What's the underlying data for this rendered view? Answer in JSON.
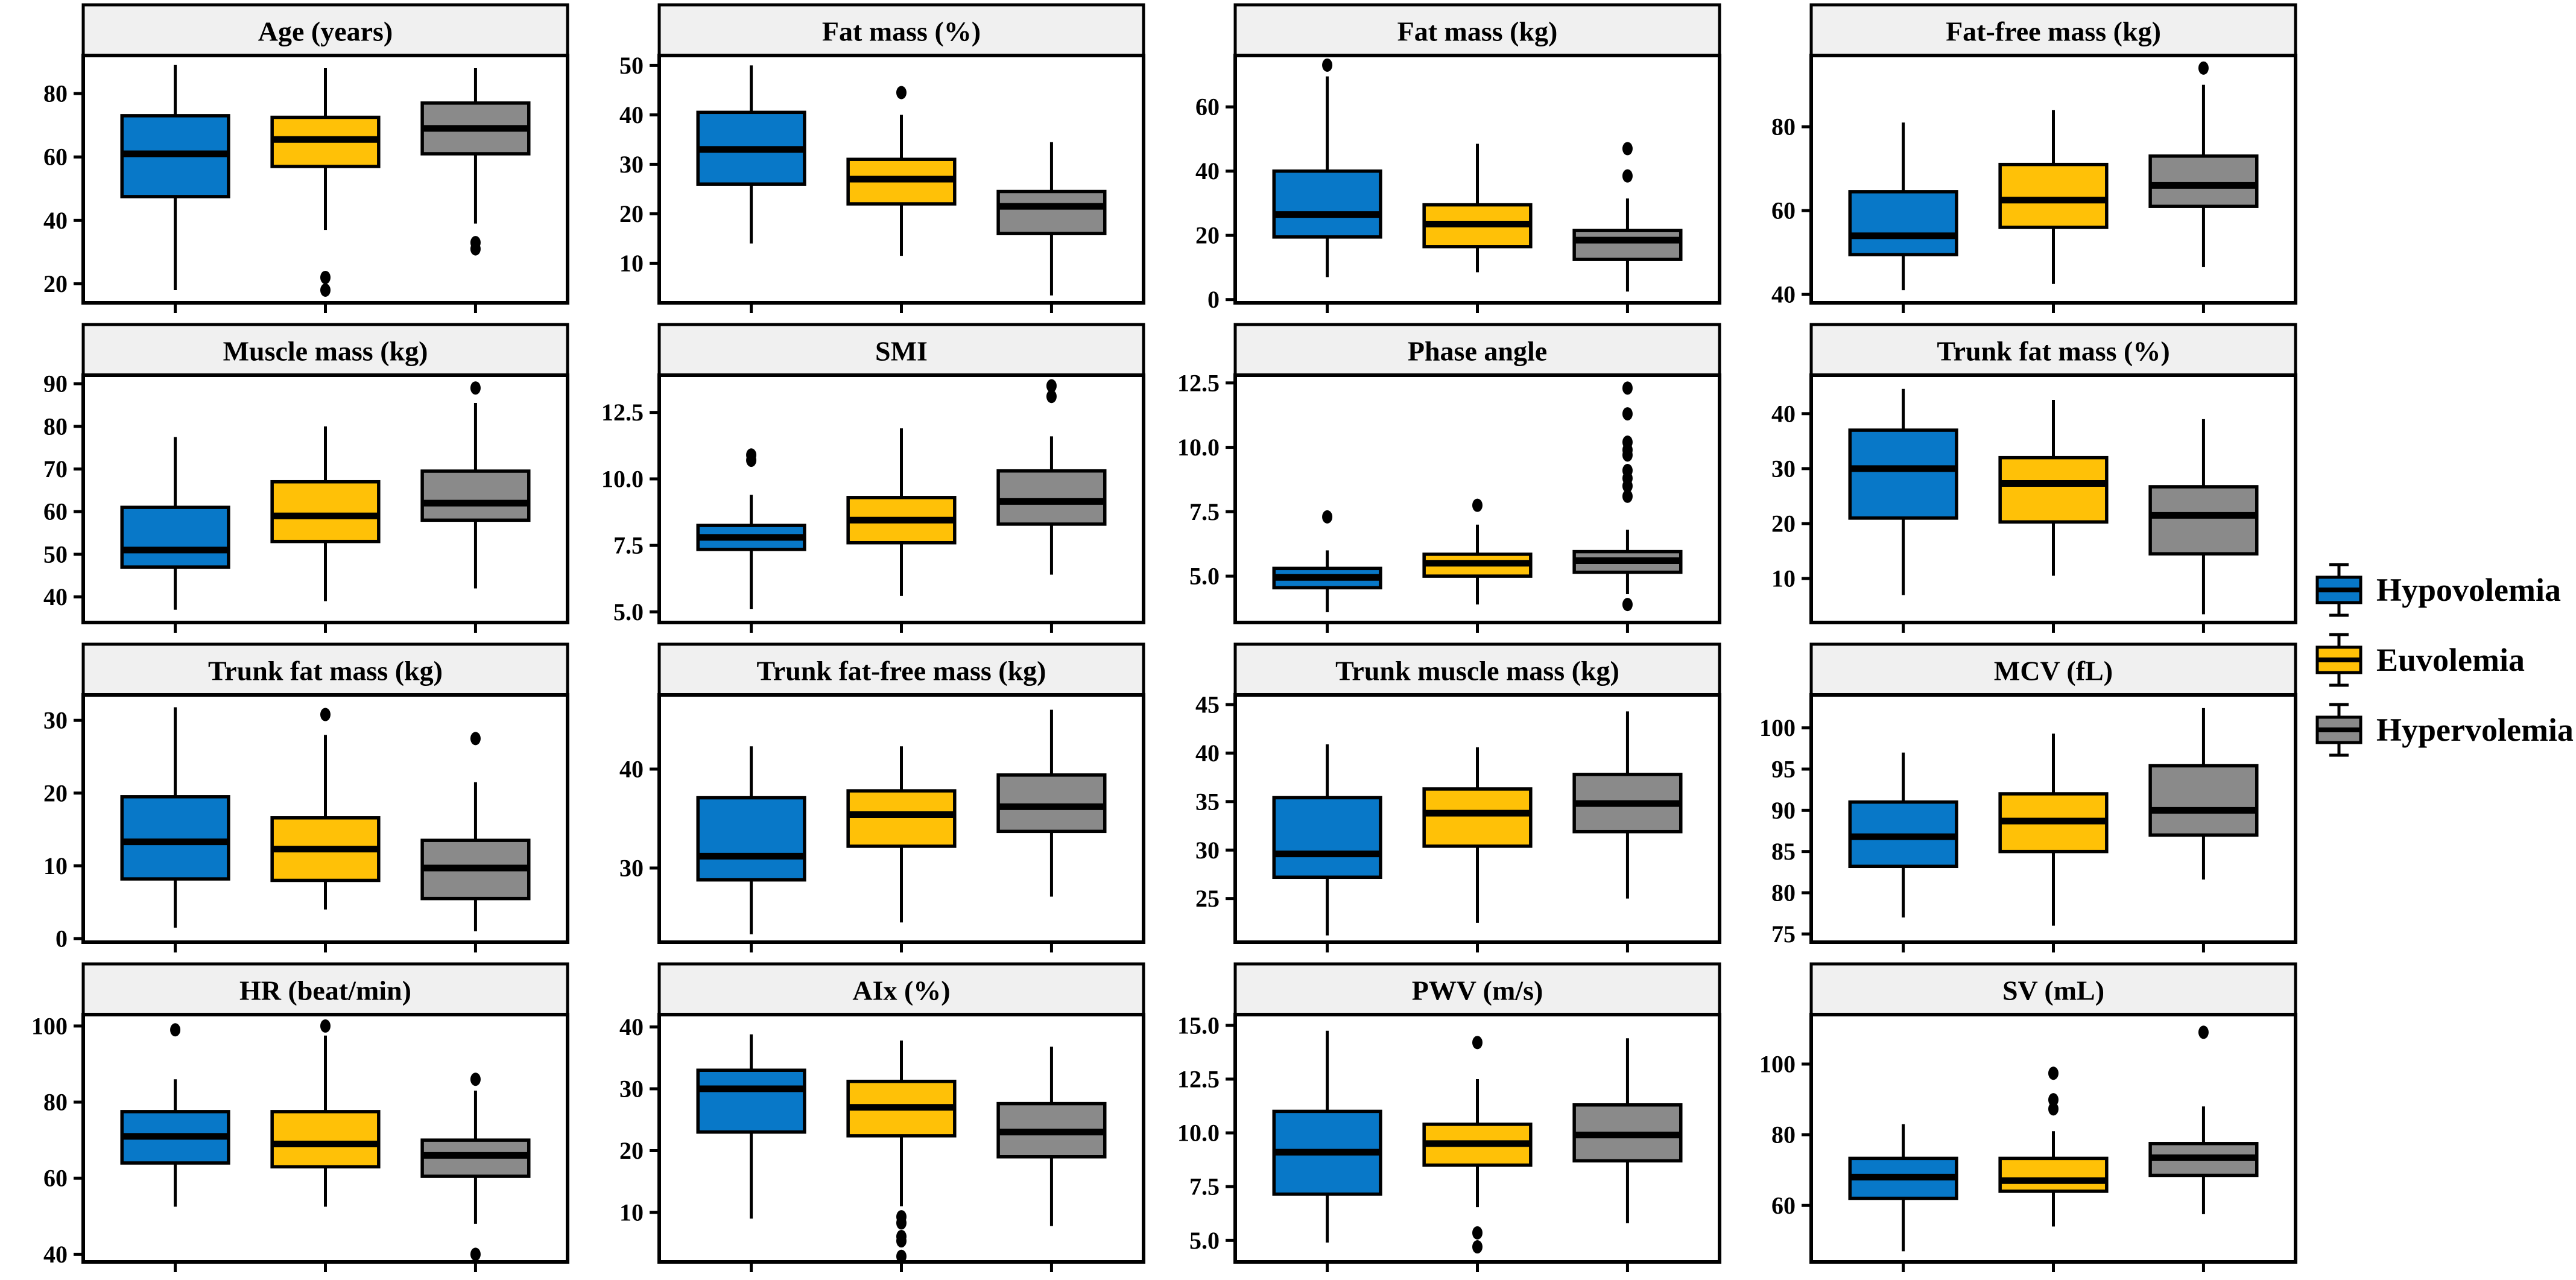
{
  "figure": {
    "description": "Faceted boxplot figure comparing body composition and hemodynamic variables across volemia groups",
    "strip_background": "#f0f0f0",
    "panel_border_color": "#000000",
    "legend": {
      "position": "right",
      "items": [
        {
          "label": "Hypovolemia",
          "color": "#0878C8"
        },
        {
          "label": "Euvolemia",
          "color": "#FFC107"
        },
        {
          "label": "Hypervolemia",
          "color": "#8A8A8A"
        }
      ]
    }
  },
  "chart_data": {
    "type": "boxplot_grid",
    "grid": {
      "rows": 4,
      "cols": 4
    },
    "groups": [
      "Hypovolemia",
      "Euvolemia",
      "Hypervolemia"
    ],
    "group_colors": [
      "#0878C8",
      "#FFC107",
      "#8A8A8A"
    ],
    "x_axis_labels": "none (groups encoded by fill color, tick marks only)",
    "panels": [
      {
        "title": "Age (years)",
        "ylim": [
          14,
          92
        ],
        "yticks": [
          "20",
          "40",
          "60",
          "80"
        ],
        "boxes": [
          {
            "min": 18,
            "q1": 47.5,
            "med": 61,
            "q3": 73,
            "max": 89,
            "outliers": []
          },
          {
            "min": 37,
            "q1": 57,
            "med": 65.5,
            "q3": 72.5,
            "max": 88,
            "outliers": [
              22,
              18
            ]
          },
          {
            "min": 39,
            "q1": 61,
            "med": 69,
            "q3": 77,
            "max": 88,
            "outliers": [
              33,
              31
            ]
          }
        ]
      },
      {
        "title": "Fat mass (%)",
        "ylim": [
          2,
          52
        ],
        "yticks": [
          "10",
          "20",
          "30",
          "40",
          "50"
        ],
        "boxes": [
          {
            "min": 14,
            "q1": 26,
            "med": 33,
            "q3": 40.5,
            "max": 50,
            "outliers": []
          },
          {
            "min": 11.5,
            "q1": 22,
            "med": 27,
            "q3": 31,
            "max": 40,
            "outliers": [
              44.5
            ]
          },
          {
            "min": 3.5,
            "q1": 16,
            "med": 21.5,
            "q3": 24.5,
            "max": 34.5,
            "outliers": []
          }
        ]
      },
      {
        "title": "Fat mass (kg)",
        "ylim": [
          -1,
          76
        ],
        "yticks": [
          "0",
          "20",
          "40",
          "60"
        ],
        "boxes": [
          {
            "min": 7,
            "q1": 19.5,
            "med": 26.5,
            "q3": 40,
            "max": 69.5,
            "outliers": [
              73
            ]
          },
          {
            "min": 8.5,
            "q1": 16.5,
            "med": 23.5,
            "q3": 29.5,
            "max": 48.5,
            "outliers": []
          },
          {
            "min": 2.5,
            "q1": 12.5,
            "med": 18.5,
            "q3": 21.5,
            "max": 31.5,
            "outliers": [
              47,
              38.5
            ]
          }
        ]
      },
      {
        "title": "Fat-free mass (kg)",
        "ylim": [
          38,
          97
        ],
        "yticks": [
          "40",
          "60",
          "80"
        ],
        "boxes": [
          {
            "min": 41,
            "q1": 49.5,
            "med": 54,
            "q3": 64.5,
            "max": 81,
            "outliers": []
          },
          {
            "min": 42.5,
            "q1": 56,
            "med": 62.5,
            "q3": 71,
            "max": 84,
            "outliers": []
          },
          {
            "min": 46.5,
            "q1": 61,
            "med": 66,
            "q3": 73,
            "max": 90,
            "outliers": [
              94
            ]
          }
        ]
      },
      {
        "title": "Muscle mass (kg)",
        "ylim": [
          34,
          92
        ],
        "yticks": [
          "40",
          "50",
          "60",
          "70",
          "80",
          "90"
        ],
        "boxes": [
          {
            "min": 37,
            "q1": 47,
            "med": 51,
            "q3": 61,
            "max": 77.5,
            "outliers": []
          },
          {
            "min": 39,
            "q1": 53,
            "med": 59,
            "q3": 67,
            "max": 80,
            "outliers": []
          },
          {
            "min": 42,
            "q1": 58,
            "med": 62,
            "q3": 69.5,
            "max": 85.5,
            "outliers": [
              89
            ]
          }
        ]
      },
      {
        "title": "SMI",
        "ylim": [
          4.6,
          13.9
        ],
        "yticks": [
          "5.0",
          "7.5",
          "10.0",
          "12.5"
        ],
        "boxes": [
          {
            "min": 5.1,
            "q1": 7.35,
            "med": 7.8,
            "q3": 8.25,
            "max": 9.4,
            "outliers": [
              10.7,
              10.9
            ]
          },
          {
            "min": 5.6,
            "q1": 7.6,
            "med": 8.45,
            "q3": 9.3,
            "max": 11.9,
            "outliers": []
          },
          {
            "min": 6.4,
            "q1": 8.3,
            "med": 9.15,
            "q3": 10.3,
            "max": 11.6,
            "outliers": [
              13.1,
              13.5
            ]
          }
        ]
      },
      {
        "title": "Phase angle",
        "ylim": [
          3.2,
          12.8
        ],
        "yticks": [
          "5.0",
          "7.5",
          "10.0",
          "12.5"
        ],
        "boxes": [
          {
            "min": 3.6,
            "q1": 4.55,
            "med": 4.95,
            "q3": 5.3,
            "max": 6.0,
            "outliers": [
              7.3
            ]
          },
          {
            "min": 3.9,
            "q1": 5.0,
            "med": 5.5,
            "q3": 5.85,
            "max": 7.0,
            "outliers": [
              7.75
            ]
          },
          {
            "min": 4.3,
            "q1": 5.15,
            "med": 5.6,
            "q3": 5.95,
            "max": 6.8,
            "outliers": [
              12.3,
              11.3,
              10.2,
              9.9,
              9.7,
              9.1,
              8.8,
              8.5,
              8.1,
              3.9
            ]
          }
        ]
      },
      {
        "title": "Trunk fat mass (%)",
        "ylim": [
          2,
          47
        ],
        "yticks": [
          "10",
          "20",
          "30",
          "40"
        ],
        "boxes": [
          {
            "min": 7,
            "q1": 21,
            "med": 30,
            "q3": 37,
            "max": 44.5,
            "outliers": []
          },
          {
            "min": 10.5,
            "q1": 20.3,
            "med": 27.3,
            "q3": 32,
            "max": 42.5,
            "outliers": []
          },
          {
            "min": 3.5,
            "q1": 14.5,
            "med": 21.5,
            "q3": 26.7,
            "max": 39,
            "outliers": []
          }
        ]
      },
      {
        "title": "Trunk fat mass (kg)",
        "ylim": [
          -0.5,
          33.5
        ],
        "yticks": [
          "0",
          "10",
          "20",
          "30"
        ],
        "boxes": [
          {
            "min": 1.5,
            "q1": 8.2,
            "med": 13.3,
            "q3": 19.5,
            "max": 31.8,
            "outliers": []
          },
          {
            "min": 4,
            "q1": 8,
            "med": 12.3,
            "q3": 16.6,
            "max": 28,
            "outliers": [
              30.8
            ]
          },
          {
            "min": 1,
            "q1": 5.5,
            "med": 9.7,
            "q3": 13.5,
            "max": 21.5,
            "outliers": [
              27.5
            ]
          }
        ]
      },
      {
        "title": "Trunk fat-free mass (kg)",
        "ylim": [
          22.5,
          47.5
        ],
        "yticks": [
          "30",
          "40"
        ],
        "boxes": [
          {
            "min": 23.3,
            "q1": 28.8,
            "med": 31.2,
            "q3": 37.1,
            "max": 42.3,
            "outliers": []
          },
          {
            "min": 24.5,
            "q1": 32.2,
            "med": 35.4,
            "q3": 37.8,
            "max": 42.3,
            "outliers": []
          },
          {
            "min": 27.1,
            "q1": 33.7,
            "med": 36.2,
            "q3": 39.4,
            "max": 46.0,
            "outliers": []
          }
        ]
      },
      {
        "title": "Trunk muscle mass (kg)",
        "ylim": [
          20.5,
          46
        ],
        "yticks": [
          "25",
          "30",
          "35",
          "40",
          "45"
        ],
        "boxes": [
          {
            "min": 21.2,
            "q1": 27.2,
            "med": 29.6,
            "q3": 35.4,
            "max": 40.9,
            "outliers": []
          },
          {
            "min": 22.5,
            "q1": 30.4,
            "med": 33.8,
            "q3": 36.3,
            "max": 40.6,
            "outliers": []
          },
          {
            "min": 25.0,
            "q1": 31.9,
            "med": 34.8,
            "q3": 37.8,
            "max": 44.3,
            "outliers": []
          }
        ]
      },
      {
        "title": "MCV (fL)",
        "ylim": [
          74,
          104
        ],
        "yticks": [
          "75",
          "80",
          "85",
          "90",
          "95",
          "100"
        ],
        "boxes": [
          {
            "min": 77,
            "q1": 83.2,
            "med": 86.8,
            "q3": 91,
            "max": 97,
            "outliers": []
          },
          {
            "min": 76,
            "q1": 85,
            "med": 88.7,
            "q3": 92,
            "max": 99.3,
            "outliers": []
          },
          {
            "min": 81.6,
            "q1": 87,
            "med": 90,
            "q3": 95.4,
            "max": 102.4,
            "outliers": []
          }
        ]
      },
      {
        "title": "HR (beat/min)",
        "ylim": [
          38,
          103
        ],
        "yticks": [
          "40",
          "60",
          "80",
          "100"
        ],
        "boxes": [
          {
            "min": 52.5,
            "q1": 64,
            "med": 71,
            "q3": 77.5,
            "max": 86,
            "outliers": [
              99
            ]
          },
          {
            "min": 52.5,
            "q1": 63,
            "med": 69,
            "q3": 77.5,
            "max": 97.5,
            "outliers": [
              100
            ]
          },
          {
            "min": 48,
            "q1": 60.5,
            "med": 66,
            "q3": 70,
            "max": 83,
            "outliers": [
              86,
              40
            ]
          }
        ]
      },
      {
        "title": "AIx (%)",
        "ylim": [
          2,
          42
        ],
        "yticks": [
          "10",
          "20",
          "30",
          "40"
        ],
        "boxes": [
          {
            "min": 9,
            "q1": 23,
            "med": 30,
            "q3": 33,
            "max": 38.8,
            "outliers": []
          },
          {
            "min": 11,
            "q1": 22.4,
            "med": 27,
            "q3": 31.2,
            "max": 37.8,
            "outliers": [
              9.3,
              8.3,
              6.1,
              5.4,
              2.9
            ]
          },
          {
            "min": 7.8,
            "q1": 19,
            "med": 23,
            "q3": 27.6,
            "max": 36.8,
            "outliers": []
          }
        ]
      },
      {
        "title": "PWV (m/s)",
        "ylim": [
          4,
          15.5
        ],
        "yticks": [
          "5.0",
          "7.5",
          "10.0",
          "12.5",
          "15.0"
        ],
        "boxes": [
          {
            "min": 4.9,
            "q1": 7.15,
            "med": 9.1,
            "q3": 11.0,
            "max": 14.75,
            "outliers": []
          },
          {
            "min": 6.55,
            "q1": 8.5,
            "med": 9.5,
            "q3": 10.4,
            "max": 12.5,
            "outliers": [
              14.2,
              5.35,
              4.7
            ]
          },
          {
            "min": 5.8,
            "q1": 8.7,
            "med": 9.9,
            "q3": 11.3,
            "max": 14.4,
            "outliers": []
          }
        ]
      },
      {
        "title": "SV (mL)",
        "ylim": [
          44,
          114
        ],
        "yticks": [
          "60",
          "80",
          "100"
        ],
        "boxes": [
          {
            "min": 47,
            "q1": 62,
            "med": 68,
            "q3": 73.3,
            "max": 83,
            "outliers": []
          },
          {
            "min": 54,
            "q1": 64,
            "med": 67,
            "q3": 73.3,
            "max": 81,
            "outliers": [
              97.4,
              89.9,
              87.3
            ]
          },
          {
            "min": 57.5,
            "q1": 68.5,
            "med": 73.5,
            "q3": 77.5,
            "max": 88,
            "outliers": [
              109
            ]
          }
        ]
      }
    ]
  }
}
